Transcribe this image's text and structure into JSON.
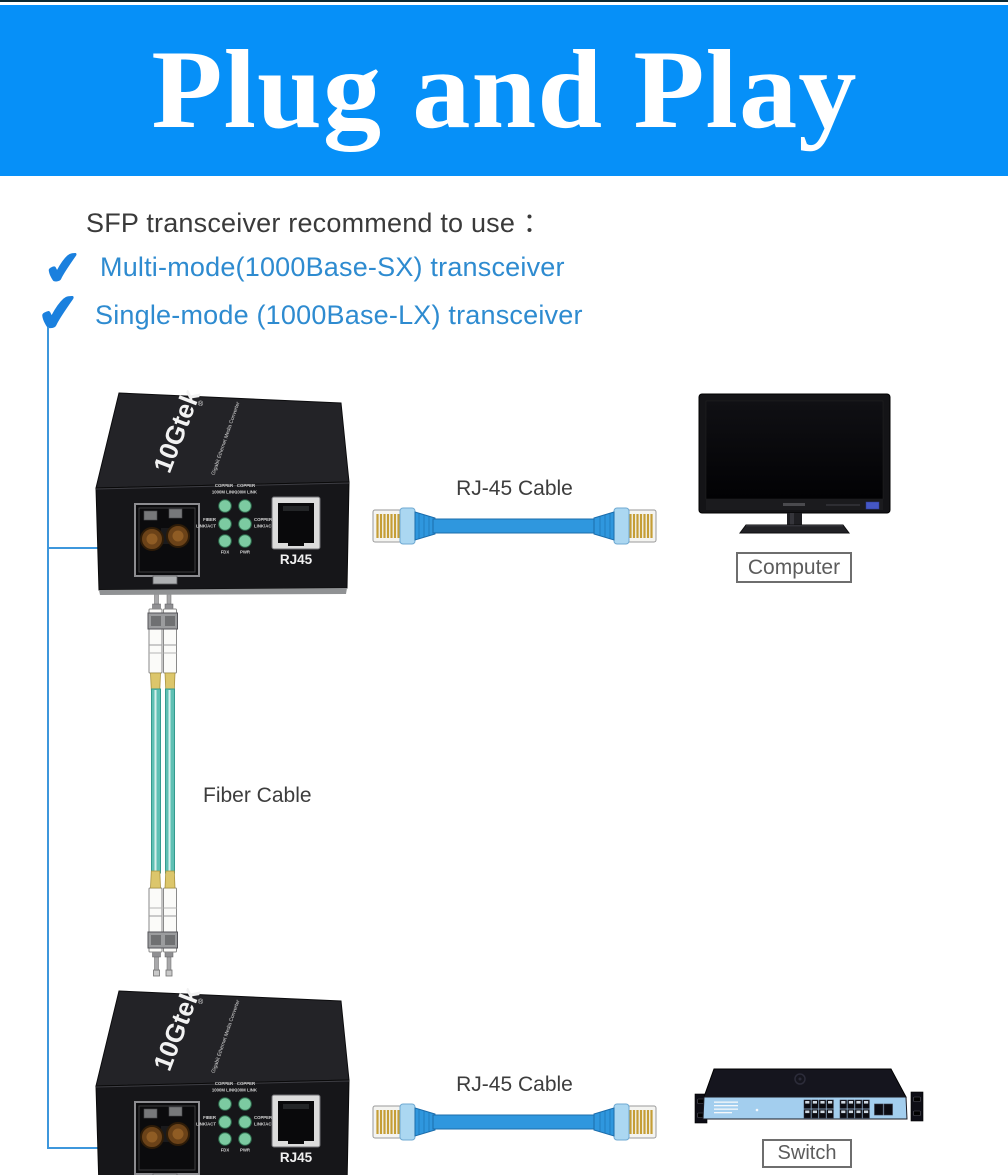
{
  "banner": {
    "title": "Plug and Play",
    "bg_color": "#0690f8"
  },
  "intro_text": "SFP transceiver recommend to use ：",
  "checklist": [
    {
      "label": "Multi-mode(1000Base-SX) transceiver"
    },
    {
      "label": "Single-mode (1000Base-LX) transceiver"
    }
  ],
  "icons": {
    "check": "✔"
  },
  "converter": {
    "brand": "10Gtek",
    "reg_mark": "®",
    "model": "Gigabit Ethernet Media Converter",
    "port_label": "RJ45",
    "leds": {
      "copper_1000": [
        "COPPER",
        "1000M LINK"
      ],
      "copper_100": [
        "COPPER",
        "100M LINK"
      ],
      "fiber": [
        "FIBER",
        "LINK/ACT"
      ],
      "copper": [
        "COPPER",
        "LINK/ACT"
      ],
      "fdx": "FDX",
      "pwr": "PWR"
    }
  },
  "cable_labels": {
    "rj45_top": "RJ-45 Cable",
    "rj45_bottom": "RJ-45 Cable",
    "fiber": "Fiber Cable"
  },
  "device_labels": {
    "computer": "Computer",
    "switch": "Switch"
  },
  "colors": {
    "banner_blue": "#0690f8",
    "checkmark_blue": "#1a80de",
    "check_text_blue": "#2e8bd0",
    "connector_line_blue": "#3e97dc",
    "fiber_teal": "#5fc0b4",
    "fiber_boot_yellow": "#dcc66b",
    "rj45_cable_blue": "#2f97de",
    "led_green": "#7ccaa1",
    "switch_panel_blue": "#a3ceee"
  }
}
